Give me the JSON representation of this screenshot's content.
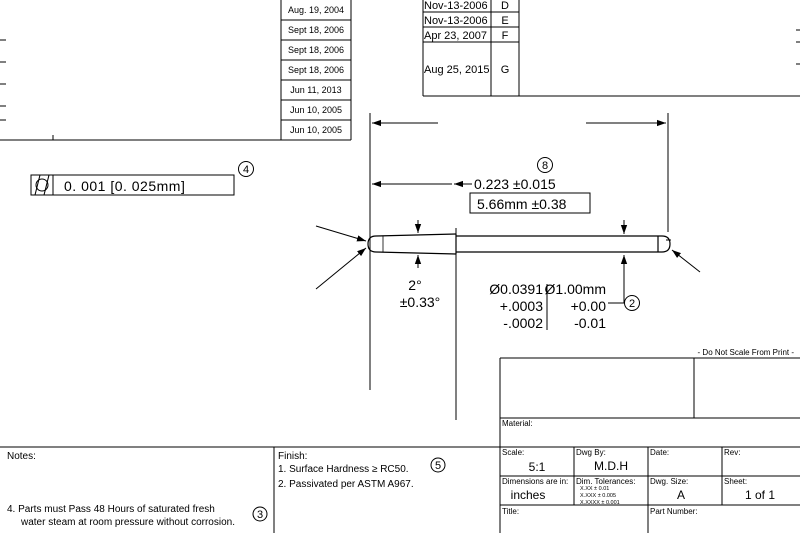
{
  "revision_dates_left": [
    "Aug. 19, 2004",
    "Sept 18, 2006",
    "Sept 18, 2006",
    "Sept 18, 2006",
    "Jun 11, 2013",
    "Jun 10, 2005",
    "Jun 10, 2005"
  ],
  "revisions_right": [
    {
      "date": "Nov-13-2006",
      "rev": "D"
    },
    {
      "date": "Nov-13-2006",
      "rev": "E"
    },
    {
      "date": "Apr 23, 2007",
      "rev": "F"
    },
    {
      "date": "Aug 25, 2015",
      "rev": "G"
    }
  ],
  "flatness_callout": {
    "value": "0. 001  [0. 025mm]",
    "balloon": "4"
  },
  "length_dim": {
    "balloon": "8",
    "inch": "0.223  ±0.015",
    "mm": "5.66mm  ±0.38"
  },
  "angle_dim": {
    "value": "2°",
    "tol": "±0.33°"
  },
  "diameter_dim": {
    "inch": [
      "Ø0.0391",
      "+.0003",
      "-.0002"
    ],
    "mm": [
      "Ø1.00mm",
      "+0.00",
      "-0.01"
    ],
    "balloon": "2"
  },
  "do_not_scale": "- Do Not Scale From Print -",
  "title_block": {
    "material_label": "Material:",
    "scale_label": "Scale:",
    "scale_value": "5:1",
    "dwg_by_label": "Dwg By:",
    "dwg_by_value": "M.D.H",
    "date_label": "Date:",
    "rev_label": "Rev:",
    "dims_label": "Dimensions are in:",
    "dims_value": "inches",
    "tol_label": "Dim. Tolerances:",
    "tol_lines": [
      "X.XX ± 0.01",
      "X.XXX ± 0.005",
      "X.XXXX ± 0.001"
    ],
    "size_label": "Dwg. Size:",
    "size_value": "A",
    "sheet_label": "Sheet:",
    "sheet_value": "1 of 1",
    "title_label": "Title:",
    "part_label": "Part Number:"
  },
  "notes": {
    "heading": "Notes:",
    "line1": "4. Parts must Pass 48 Hours of saturated fresh",
    "line2": "water steam at room pressure without corrosion.",
    "balloon": "3"
  },
  "finish": {
    "heading": "Finish:",
    "line1": "1. Surface Hardness  ≥ RC50.",
    "balloon": "5",
    "line2": "2. Passivated per ASTM A967."
  }
}
